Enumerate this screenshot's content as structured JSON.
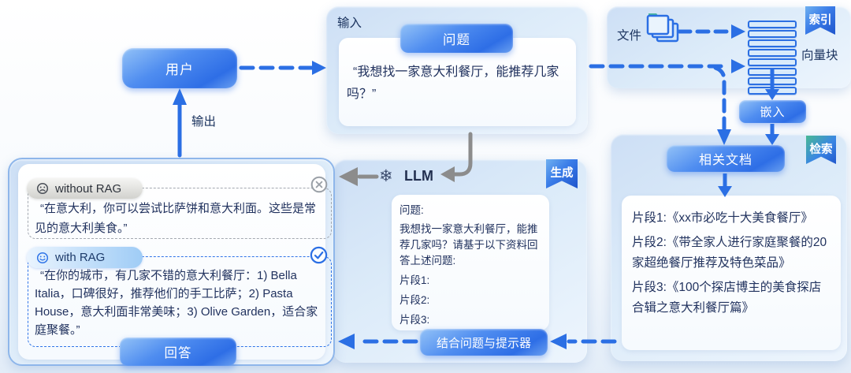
{
  "colors": {
    "accent_blue": "#2b6fe4",
    "arrow_gray": "#8c8c8c",
    "text_navy": "#21325e",
    "badge_blue": "#3a7ce8",
    "badge_green": "#49b993"
  },
  "user": {
    "label": "用户"
  },
  "output_label": "输出",
  "input_panel": {
    "title": "输入",
    "question_tag": "问题",
    "question_text": "“我想找一家意大利餐厅，能推荐几家吗？”"
  },
  "index_panel": {
    "badge": "索引",
    "files_label": "文件",
    "vector_label": "向量块",
    "folder_icon": "stacked-folders",
    "vector_stack_icon": "vector-chunks-stack"
  },
  "embed_button": "嵌入",
  "retrieval_panel": {
    "badge": "检索",
    "docs_button": "相关文档",
    "fragments": [
      "片段1:《xx市必吃十大美食餐厅》",
      "片段2:《带全家人进行家庭聚餐的20家超绝餐厅推荐及特色菜品》",
      "片段3:《100个探店博主的美食探店合辑之意大利餐厅篇》"
    ]
  },
  "generation_panel": {
    "badge": "生成",
    "snowflake_icon": "❄",
    "llm_label": "LLM",
    "prompt": {
      "q_label": "问题:",
      "question": "我想找一家意大利餐厅，能推荐几家吗？请基于以下资料回答上述问题:",
      "slots": [
        "片段1:",
        "片段2:",
        "片段3:"
      ]
    },
    "combine_button": "结合问题与提示器"
  },
  "answer_panel": {
    "without": {
      "tag": "without RAG",
      "text": "“在意大利，你可以尝试比萨饼和意大利面。这些是常见的意大利美食。”"
    },
    "with": {
      "tag": "with RAG",
      "text": "“在你的城市，有几家不错的意大利餐厅：1) Bella Italia，口碑很好，推荐他们的手工比萨；2) Pasta House，意大利面非常美味；3) Olive Garden，适合家庭聚餐。”"
    },
    "answer_button": "回答"
  }
}
